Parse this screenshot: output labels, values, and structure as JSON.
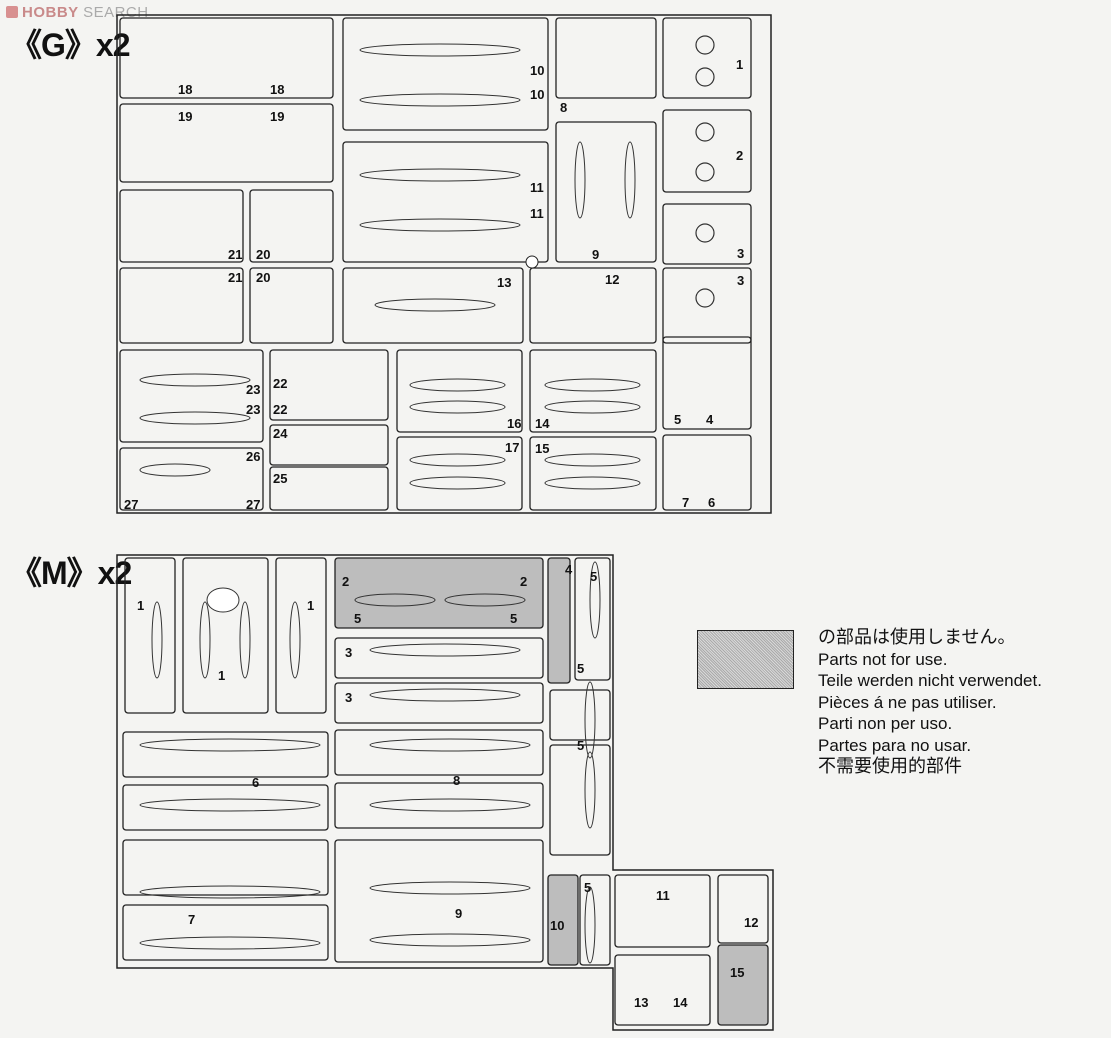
{
  "watermark": {
    "brand": "HOBBY",
    "suffix": "SEARCH"
  },
  "sprue_g": {
    "title": "《G》x2",
    "labels": [
      "18",
      "18",
      "19",
      "19",
      "21",
      "20",
      "21",
      "20",
      "10",
      "10",
      "11",
      "11",
      "8",
      "9",
      "13",
      "12",
      "1",
      "2",
      "3",
      "3",
      "23",
      "23",
      "22",
      "22",
      "24",
      "25",
      "26",
      "27",
      "27",
      "16",
      "17",
      "14",
      "15",
      "5",
      "4",
      "7",
      "6"
    ]
  },
  "sprue_m": {
    "title": "《M》x2",
    "labels": [
      "1",
      "1",
      "1",
      "2",
      "2",
      "5",
      "5",
      "4",
      "5",
      "3",
      "3",
      "5",
      "5",
      "6",
      "8",
      "7",
      "9",
      "5",
      "10",
      "11",
      "12",
      "15",
      "13",
      "14"
    ]
  },
  "legend": {
    "fill_color": "#bdbdbd",
    "lines": [
      "の部品は使用しません。",
      "Parts not for use.",
      "Teile werden nicht verwendet.",
      "Pièces á ne pas utiliser.",
      "Parti non per uso.",
      "Partes para no usar.",
      "不需要使用的部件"
    ]
  }
}
